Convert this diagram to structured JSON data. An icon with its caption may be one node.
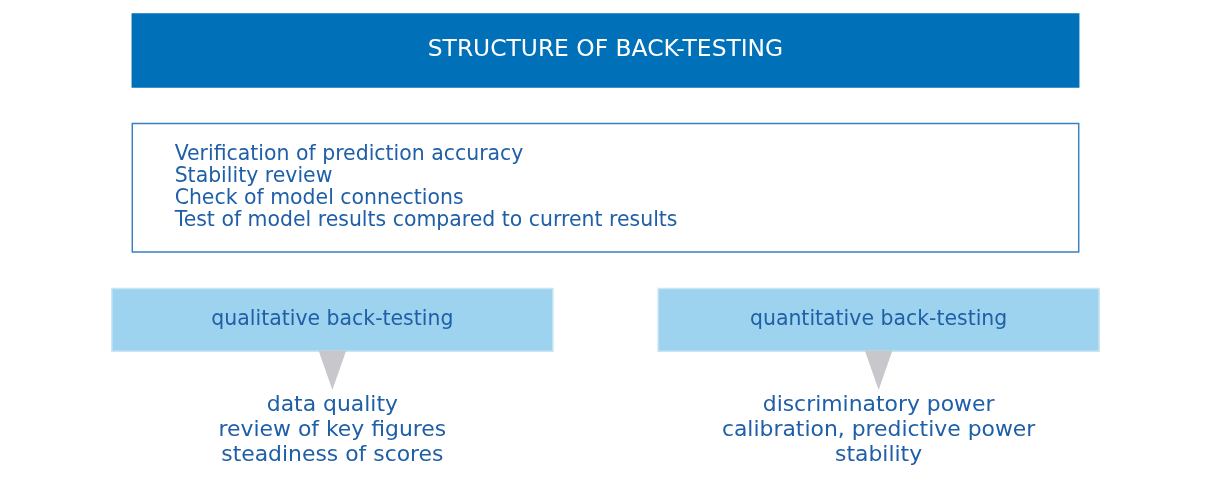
{
  "diagram": {
    "nodes": [
      {
        "text": [
          "STRUCTURE OF BACK-TESTING"
        ]
      },
      {
        "text": [
          "Verification of prediction accuracy",
          "Stability review",
          "Check of model connections",
          "Test of model results compared to current results"
        ]
      },
      {
        "text": [
          "qualitative back-testing"
        ]
      },
      {
        "text": [
          "quantitative back-testing"
        ]
      },
      {
        "text": [
          "data quality",
          "review of key figures",
          "steadiness of scores"
        ]
      },
      {
        "text": [
          "discriminatory power",
          "calibration, predictive power",
          "stability"
        ]
      }
    ],
    "edges": [
      {
        "from": 2,
        "to": 4,
        "arrow": "to"
      },
      {
        "from": 3,
        "to": 5,
        "arrow": "to"
      }
    ]
  }
}
